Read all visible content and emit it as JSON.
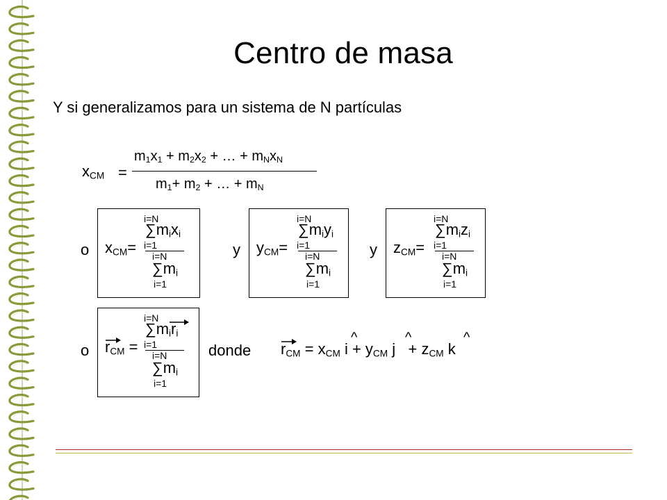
{
  "slide": {
    "title": "Centro de masa",
    "subtitle": "Y si generalizamos para un sistema de N partículas"
  },
  "formula1": {
    "lhs": "x",
    "lhs_sub": "CM",
    "equals": "=",
    "numerator": {
      "m1": "m",
      "m1_sub": "1",
      "x1": "x",
      "x1_sub": "1",
      "plus1": " + ",
      "m2": "m",
      "m2_sub": "2",
      "x2": "x",
      "x2_sub": "2",
      "ellipsis": " + … + ",
      "mN": "m",
      "mN_sub": "N",
      "xN": "x",
      "xN_sub": "N"
    },
    "denominator": {
      "m1": "m",
      "m1_sub": "1",
      "plus1": "+ ",
      "m2": "m",
      "m2_sub": "2",
      "ellipsis": " + … + ",
      "mN": "m",
      "mN_sub": "N"
    }
  },
  "connectors": {
    "or1": "o",
    "and1": "y",
    "and2": "y",
    "or2": "o",
    "where": "donde"
  },
  "sum": {
    "upper": "i=N",
    "lower": "i=1",
    "sigma": "∑",
    "m": "m",
    "i": "i"
  },
  "box_x": {
    "var": "x",
    "sub": "CM",
    "eq": "=",
    "num_var": "x"
  },
  "box_y": {
    "var": "y",
    "sub": "CM",
    "eq": "=",
    "num_var": "y"
  },
  "box_z": {
    "var": "z",
    "sub": "CM",
    "eq": "=",
    "num_var": "z"
  },
  "box_r": {
    "var": "r",
    "sub": "CM",
    "eq": "=",
    "num_var": "r"
  },
  "vector_formula": {
    "r": "r",
    "r_sub": "CM",
    "eq": " = ",
    "x": "x",
    "x_sub": "CM",
    "i_hat": "i",
    "plus1": " + ",
    "y": "y",
    "y_sub": "CM",
    "j_hat": "j",
    "plus2": " + ",
    "z": "z",
    "z_sub": "CM",
    "k_hat": "k",
    "hat": "^"
  },
  "colors": {
    "rule_primary": "#a82828",
    "rule_secondary": "#c8b860",
    "binding": "#8a9a3a"
  }
}
